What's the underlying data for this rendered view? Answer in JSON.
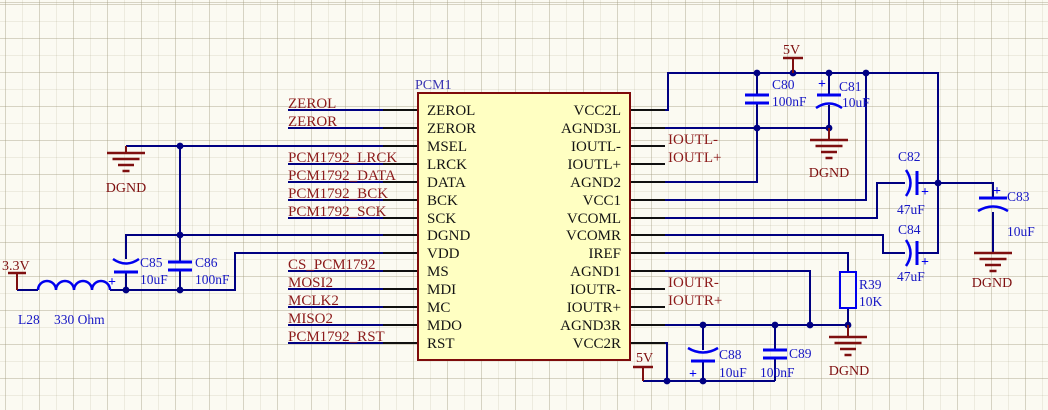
{
  "ic": {
    "designator": "PCM1",
    "left_pins": [
      "ZEROL",
      "ZEROR",
      "MSEL",
      "LRCK",
      "DATA",
      "BCK",
      "SCK",
      "DGND",
      "VDD",
      "MS",
      "MDI",
      "MC",
      "MDO",
      "RST"
    ],
    "right_pins": [
      "VCC2L",
      "AGND3L",
      "IOUTL-",
      "IOUTL+",
      "AGND2",
      "VCC1",
      "VCOML",
      "VCOMR",
      "IREF",
      "AGND1",
      "IOUTR-",
      "IOUTR+",
      "AGND3R",
      "VCC2R"
    ]
  },
  "nets": {
    "zerol": "ZEROL",
    "zeror": "ZEROR",
    "lrck": "PCM1792_LRCK",
    "data": "PCM1792_DATA",
    "bck": "PCM1792_BCK",
    "sck": "PCM1792_SCK",
    "cs": "CS_PCM1792",
    "mosi2": "MOSI2",
    "mclk2": "MCLK2",
    "miso2": "MISO2",
    "rst": "PCM1792_RST",
    "ioutl_n": "IOUTL-",
    "ioutl_p": "IOUTL+",
    "ioutr_n": "IOUTR-",
    "ioutr_p": "IOUTR+"
  },
  "power": {
    "v5": "5V",
    "v33": "3.3V",
    "dgnd": "DGND"
  },
  "components": {
    "l28": {
      "ref": "L28",
      "val": "330 Ohm"
    },
    "c80": {
      "ref": "C80",
      "val": "100nF"
    },
    "c81": {
      "ref": "C81",
      "val": "10uF"
    },
    "c82": {
      "ref": "C82",
      "val": "47uF"
    },
    "c83": {
      "ref": "C83",
      "val": "10uF"
    },
    "c84": {
      "ref": "C84",
      "val": "47uF"
    },
    "c85": {
      "ref": "C85",
      "val": "10uF"
    },
    "c86": {
      "ref": "C86",
      "val": "100nF"
    },
    "c88": {
      "ref": "C88",
      "val": "10uF"
    },
    "c89": {
      "ref": "C89",
      "val": "100nF"
    },
    "r39": {
      "ref": "R39",
      "val": "10K"
    }
  },
  "symbols": {
    "plus": "+"
  },
  "colors": {
    "wire": "#000082",
    "component_graphic": "#0000EE",
    "value_label": "#1717C4",
    "net_label": "#8C1A1A",
    "power_symbol": "#7E0F0F",
    "ic_fill": "#FFFFC2",
    "ic_border": "#7E0B0B",
    "background": "#FBFAF2"
  }
}
